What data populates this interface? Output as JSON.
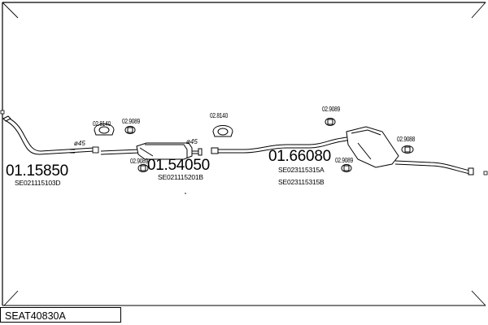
{
  "diagram": {
    "part_numbers": {
      "front_pipe": "01.15850",
      "middle_silencer": "01.54050",
      "rear_silencer": "01.66080"
    },
    "oem_refs": {
      "front_pipe": "SE021115103D",
      "middle_silencer": "SE021115201B",
      "rear_silencer_a": "SE023115315A",
      "rear_silencer_b": "SE023115315B"
    },
    "clamps": {
      "gasket_1": "02.8140",
      "hanger_1": "02.9089",
      "hanger_2": "02.9089",
      "gasket_2": "02.8140",
      "hanger_3": "02.9089",
      "hanger_4": "02.9089",
      "hanger_5": "02.9088"
    },
    "diameters": {
      "d1": "ø45",
      "d2": "ø45"
    }
  },
  "footer": {
    "model": "SEAT40830A"
  }
}
